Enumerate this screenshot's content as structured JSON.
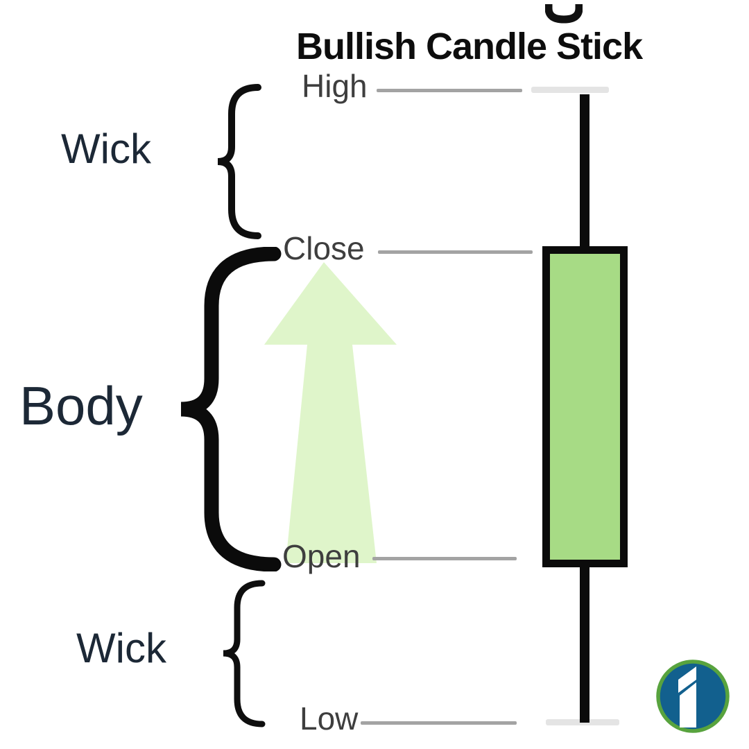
{
  "title": "Bullish Candle Stick",
  "price_levels": {
    "high": {
      "label": "High"
    },
    "close": {
      "label": "Close"
    },
    "open": {
      "label": "Open"
    },
    "low": {
      "label": "Low"
    }
  },
  "annotations": {
    "wick_top": {
      "label": "Wick"
    },
    "body": {
      "label": "Body"
    },
    "wick_bottom": {
      "label": "Wick"
    }
  },
  "candle": {
    "direction": "bullish",
    "body_fill_color": "#a7db85",
    "outline_color": "#0b0b0b"
  },
  "arrow": {
    "direction": "up",
    "fill_color": "#dff5ca"
  },
  "level_line_color": "#a3a3a3",
  "faded_line_color": "#e4e4e4",
  "logo": {
    "icon": "investopedia-mark",
    "circle_color": "#12608e",
    "ring_color": "#58a33e",
    "glyph": "i",
    "glyph_color": "#ffffff"
  }
}
